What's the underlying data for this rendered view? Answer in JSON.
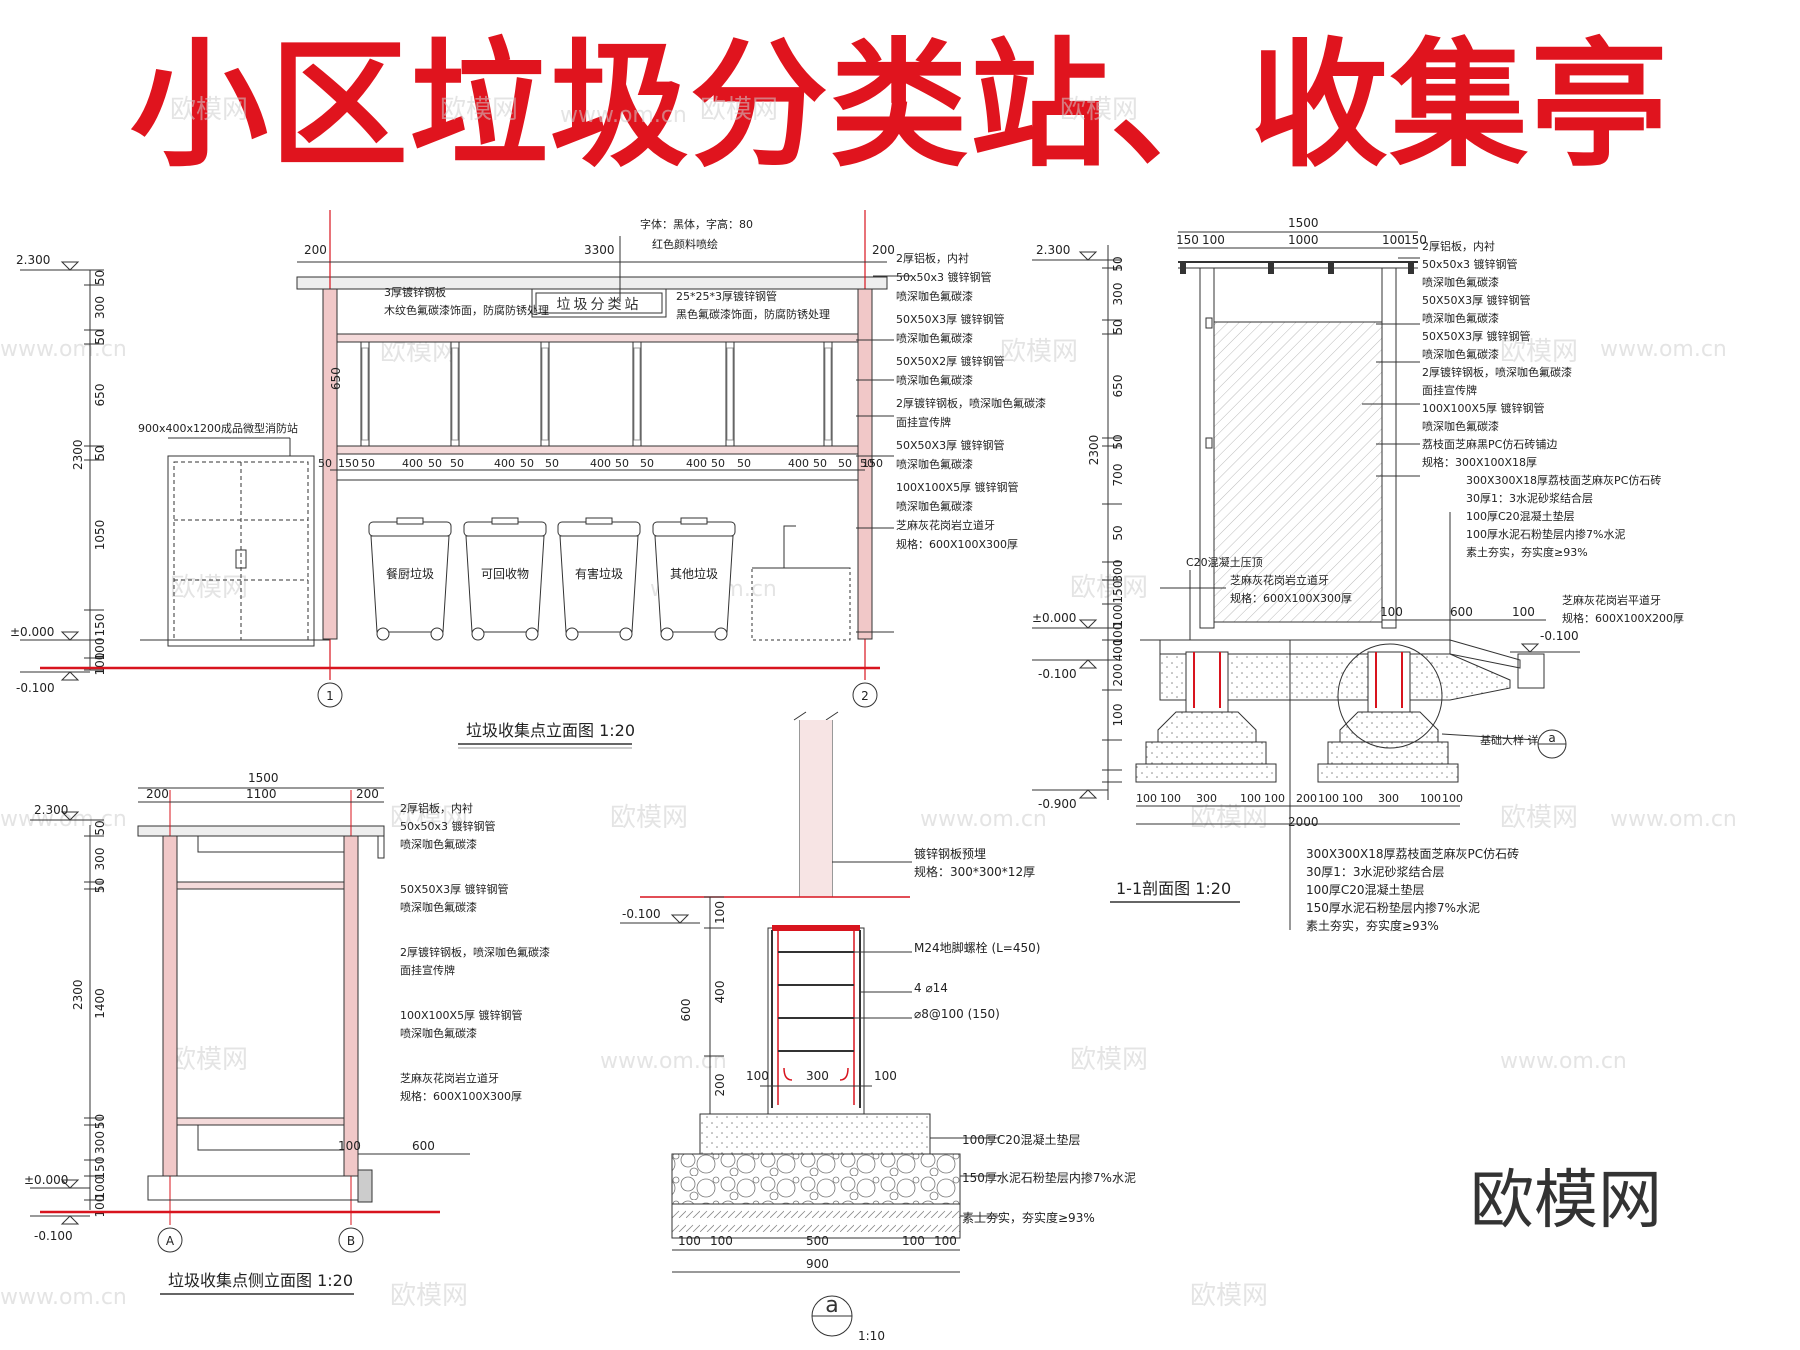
{
  "title": "小区垃圾分类站、收集亭",
  "brand": "欧模网",
  "watermark_text": "欧模网",
  "watermark_url": "www.om.cn",
  "front_elevation": {
    "caption": "垃圾收集点立面图 1:20",
    "sign_text": "垃圾分类站",
    "bins": [
      "餐厨垃圾",
      "可回收物",
      "有害垃圾",
      "其他垃圾"
    ],
    "cabinet_note": "900x400x1200成品微型消防站",
    "level_top": "2.300",
    "level_zero": "±0.000",
    "level_neg": "-0.100",
    "axis_1": "1",
    "axis_2": "2",
    "top_dims": [
      "200",
      "3300",
      "200"
    ],
    "left_dims": [
      "50",
      "300",
      "50",
      "650",
      "50",
      "1050",
      "150",
      "100",
      "2300"
    ],
    "bay_dims": [
      "50",
      "150",
      "50",
      "400",
      "50",
      "50",
      "400",
      "50",
      "50",
      "400",
      "50",
      "50",
      "400",
      "50",
      "50",
      "400",
      "50",
      "50",
      "150",
      "50"
    ],
    "dim_650": "650",
    "notes_left": [
      "字体：黑体，字高：80",
      "红色颜料喷绘",
      "3厚镀锌钢板",
      "木纹色氟碳漆饰面，防腐防锈处理"
    ],
    "notes_right": [
      "2厚铝板，内衬",
      "50x50x3  镀锌钢管",
      "喷深咖色氟碳漆",
      "25*25*3厚镀锌钢管",
      "黑色氟碳漆饰面，防腐防锈处理",
      "50X50X3厚  镀锌钢管",
      "喷深咖色氟碳漆",
      "50X50X2厚  镀锌钢管",
      "喷深咖色氟碳漆",
      "2厚镀锌钢板，喷深咖色氟碳漆",
      "面挂宣传牌",
      "50X50X3厚  镀锌钢管",
      "喷深咖色氟碳漆",
      "100X100X5厚  镀锌钢管",
      "喷深咖色氟碳漆",
      "芝麻灰花岗岩立道牙",
      "规格：600X100X300厚"
    ]
  },
  "side_elevation": {
    "caption": "垃圾收集点侧立面图 1:20",
    "top_dims": [
      "1500",
      "200",
      "1100",
      "200"
    ],
    "left_dims": [
      "50",
      "300",
      "50",
      "1400",
      "50",
      "300",
      "150",
      "100",
      "2300"
    ],
    "bottom_dims": [
      "100",
      "600"
    ],
    "level_top": "2.300",
    "level_zero": "±0.000",
    "level_neg": "-0.100",
    "axis_a": "A",
    "axis_b": "B",
    "notes": [
      "2厚铝板，内衬",
      "50x50x3  镀锌钢管",
      "喷深咖色氟碳漆",
      "50X50X3厚  镀锌钢管",
      "喷深咖色氟碳漆",
      "2厚镀锌钢板，喷深咖色氟碳漆",
      "面挂宣传牌",
      "100X100X5厚  镀锌钢管",
      "喷深咖色氟碳漆",
      "芝麻灰花岗岩立道牙",
      "规格：600X100X300厚"
    ]
  },
  "detail_a": {
    "caption_letter": "a",
    "caption_scale": "1:10",
    "level": "-0.100",
    "left_dims": [
      "100",
      "400",
      "600",
      "200"
    ],
    "inner_dims": [
      "100",
      "300",
      "100"
    ],
    "bottom_dims": [
      "100",
      "100",
      "500",
      "100",
      "100",
      "900"
    ],
    "notes": [
      "镀锌钢板预埋",
      "规格：300*300*12厚",
      "M24地脚螺栓 (L=450)",
      "4 ⌀14",
      "⌀8@100 (150)",
      "100厚C20混凝土垫层",
      "150厚水泥石粉垫层内掺7%水泥",
      "素土夯实，夯实度≥93%"
    ]
  },
  "section_1_1": {
    "caption": "1-1剖面图 1:20",
    "top_dims": [
      "1500",
      "150",
      "100",
      "1000",
      "100",
      "150"
    ],
    "left_dims": [
      "50",
      "300",
      "50",
      "650",
      "50",
      "2300",
      "700",
      "50",
      "300",
      "150",
      "100",
      "100",
      "400",
      "200",
      "100"
    ],
    "bottom_dims": [
      "100",
      "100",
      "300",
      "100",
      "100",
      "200",
      "100",
      "100",
      "300",
      "100",
      "100",
      "2000"
    ],
    "mid_dims": [
      "100",
      "600",
      "100"
    ],
    "level_top": "2.300",
    "level_zero": "±0.000",
    "level_neg": "-0.100",
    "level_found": "-0.900",
    "level_right": "-0.100",
    "note_c20": "C20混凝土压顶",
    "detail_ref": "a",
    "detail_ref_note": "基础大样  详",
    "notes_right": [
      "2厚铝板，内衬",
      "50x50x3  镀锌钢管",
      "喷深咖色氟碳漆",
      "50X50X3厚  镀锌钢管",
      "喷深咖色氟碳漆",
      "50X50X3厚  镀锌钢管",
      "喷深咖色氟碳漆",
      "2厚镀锌钢板，喷深咖色氟碳漆",
      "面挂宣传牌",
      "100X100X5厚  镀锌钢管",
      "喷深咖色氟碳漆",
      "荔枝面芝麻黑PC仿石砖铺边",
      "规格：300X100X18厚",
      "300X300X18厚荔枝面芝麻灰PC仿石砖",
      "30厚1：3水泥砂浆结合层",
      "100厚C20混凝土垫层",
      "100厚水泥石粉垫层内掺7%水泥",
      "素土夯实，夯实度≥93%",
      "芝麻灰花岗岩平道牙",
      "规格：600X100X200厚"
    ],
    "notes_mid": [
      "芝麻灰花岗岩立道牙",
      "规格：600X100X300厚"
    ],
    "notes_bottom": [
      "300X300X18厚荔枝面芝麻灰PC仿石砖",
      "30厚1：3水泥砂浆结合层",
      "100厚C20混凝土垫层",
      "150厚水泥石粉垫层内掺7%水泥",
      "素土夯实，夯实度≥93%"
    ]
  },
  "colors": {
    "title_red": "#e0141e",
    "line": "#333333",
    "red_line": "#d8141e",
    "post_fill": "#f1c8c8"
  }
}
